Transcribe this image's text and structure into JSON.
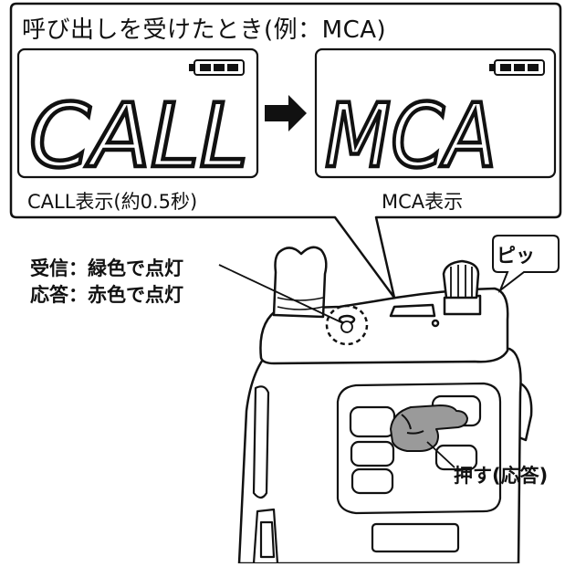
{
  "title": "呼び出しを受けたとき(例：MCA)",
  "lcd_left": {
    "text": "CALL",
    "caption": "CALL表示(約0.5秒)"
  },
  "lcd_right": {
    "text": "MCA",
    "caption": "MCA表示"
  },
  "arrow_icon": "right-arrow-icon",
  "battery_icon": "battery-full-icon",
  "led_labels": {
    "receive": "受信：緑色で点灯",
    "respond": "応答：赤色で点灯"
  },
  "beep_label": "ピッ",
  "press_label": "押す(応答)",
  "colors": {
    "line": "#111111",
    "fill": "#ffffff",
    "hand": "#9a9a9a"
  }
}
